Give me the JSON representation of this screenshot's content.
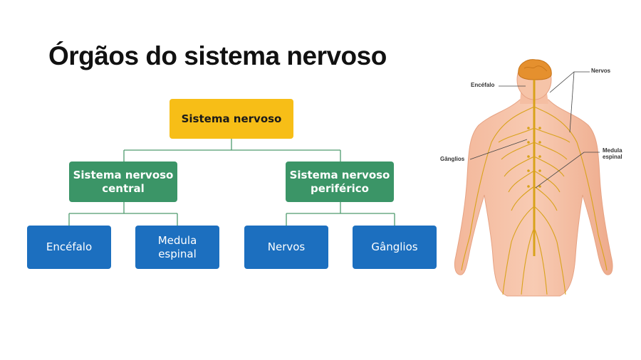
{
  "title": "Órgãos do sistema nervoso",
  "colors": {
    "root": "#f7be17",
    "branch": "#3b9567",
    "leaf": "#1c6fbf",
    "connector": "#4f9a6e"
  },
  "tree": {
    "root": "Sistema nervoso",
    "central": {
      "label": "Sistema nervoso\ncentral",
      "children": [
        "Encéfalo",
        "Medula\nespinal"
      ]
    },
    "peripheral": {
      "label": "Sistema nervoso\nperiférico",
      "children": [
        "Nervos",
        "Gânglios"
      ]
    }
  },
  "illustration": {
    "labels": {
      "encefalo": "Encéfalo",
      "nervos": "Nervos",
      "ganglios": "Gânglios",
      "medula": "Medula\nespinal"
    }
  }
}
